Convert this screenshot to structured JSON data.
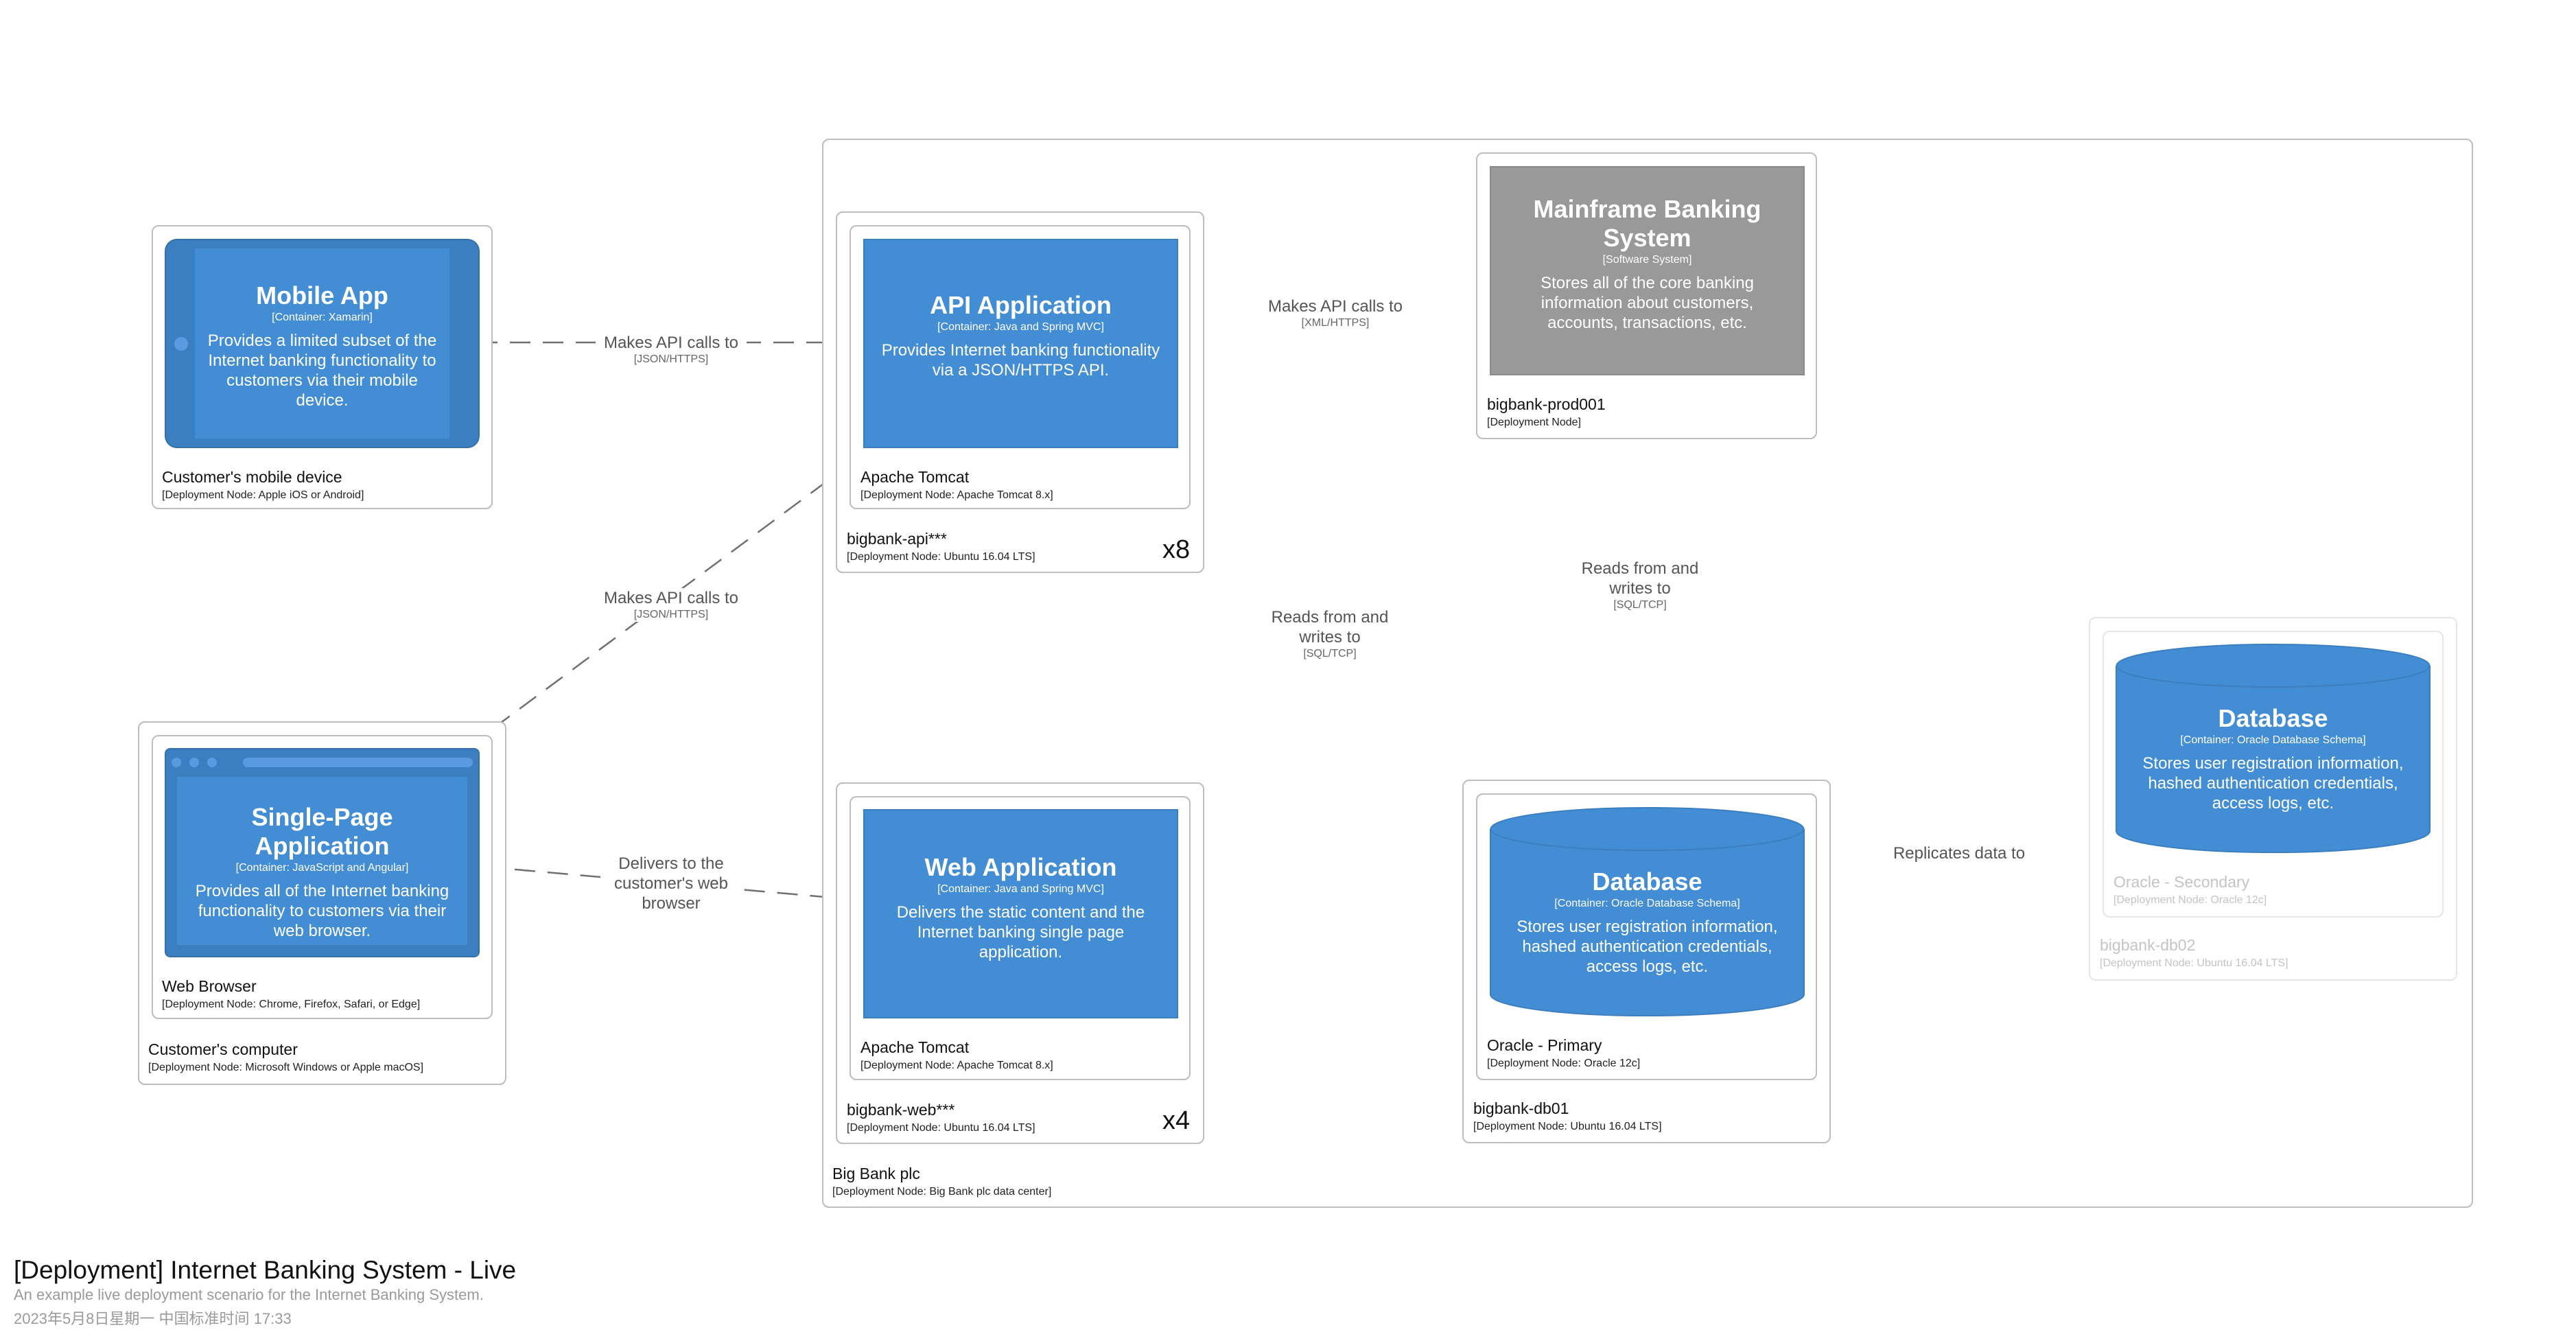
{
  "nodes": {
    "bigbank": {
      "name": "Big Bank plc",
      "meta": "[Deployment Node: Big Bank plc data center]"
    },
    "mobile_device": {
      "name": "Customer's mobile device",
      "meta": "[Deployment Node: Apple iOS or Android]"
    },
    "customer_computer": {
      "name": "Customer's computer",
      "meta": "[Deployment Node: Microsoft Windows or Apple macOS]"
    },
    "web_browser": {
      "name": "Web Browser",
      "meta": "[Deployment Node: Chrome, Firefox, Safari, or Edge]"
    },
    "api_host": {
      "name": "bigbank-api***",
      "meta": "[Deployment Node: Ubuntu 16.04 LTS]",
      "multiplicity": "x8"
    },
    "api_tomcat": {
      "name": "Apache Tomcat",
      "meta": "[Deployment Node: Apache Tomcat 8.x]"
    },
    "web_host": {
      "name": "bigbank-web***",
      "meta": "[Deployment Node: Ubuntu 16.04 LTS]",
      "multiplicity": "x4"
    },
    "web_tomcat": {
      "name": "Apache Tomcat",
      "meta": "[Deployment Node: Apache Tomcat 8.x]"
    },
    "prod001": {
      "name": "bigbank-prod001",
      "meta": "[Deployment Node]"
    },
    "db01": {
      "name": "bigbank-db01",
      "meta": "[Deployment Node: Ubuntu 16.04 LTS]"
    },
    "oracle_primary": {
      "name": "Oracle - Primary",
      "meta": "[Deployment Node: Oracle 12c]"
    },
    "db02": {
      "name": "bigbank-db02",
      "meta": "[Deployment Node: Ubuntu 16.04 LTS]"
    },
    "oracle_secondary": {
      "name": "Oracle - Secondary",
      "meta": "[Deployment Node: Oracle 12c]"
    }
  },
  "containers": {
    "mobile_app": {
      "title": "Mobile App",
      "type": "[Container: Xamarin]",
      "desc": "Provides a limited subset of the Internet banking functionality to customers via their mobile device."
    },
    "spa": {
      "title": "Single-Page Application",
      "type": "[Container: JavaScript and Angular]",
      "desc": "Provides all of the Internet banking functionality to customers via their web browser."
    },
    "api_app": {
      "title": "API Application",
      "type": "[Container: Java and Spring MVC]",
      "desc": "Provides Internet banking functionality via a JSON/HTTPS API."
    },
    "web_app": {
      "title": "Web Application",
      "type": "[Container: Java and Spring MVC]",
      "desc": "Delivers the static content and the Internet banking single page application."
    },
    "mainframe": {
      "title": "Mainframe Banking System",
      "type": "[Software System]",
      "desc": "Stores all of the core banking information about customers, accounts, transactions, etc."
    },
    "db_primary": {
      "title": "Database",
      "type": "[Container: Oracle Database Schema]",
      "desc": "Stores user registration information, hashed authentication credentials, access logs, etc."
    },
    "db_secondary": {
      "title": "Database",
      "type": "[Container: Oracle Database Schema]",
      "desc": "Stores user registration information, hashed authentication credentials, access logs, etc."
    }
  },
  "edges": {
    "mobile_to_api": {
      "label": "Makes API calls to",
      "tech": "[JSON/HTTPS]"
    },
    "spa_to_api": {
      "label": "Makes API calls to",
      "tech": "[JSON/HTTPS]"
    },
    "api_to_mainframe": {
      "label": "Makes API calls to",
      "tech": "[XML/HTTPS]"
    },
    "api_to_db_secondary": {
      "label": "Reads from and writes to",
      "tech": "[SQL/TCP]"
    },
    "api_to_db_primary": {
      "label": "Reads from and writes to",
      "tech": "[SQL/TCP]"
    },
    "web_to_spa": {
      "label": "Delivers to the customer's web browser",
      "tech": ""
    },
    "replicates": {
      "label": "Replicates data to",
      "tech": ""
    }
  },
  "footer": {
    "title": "[Deployment] Internet Banking System - Live",
    "description": "An example live deployment scenario for the Internet Banking System.",
    "date": "2023年5月8日星期一 中国标准时间 17:33"
  },
  "colors": {
    "container": "#438dd5",
    "container_dark": "#3c7fc0",
    "software_system": "#999999",
    "edge": "#707070"
  }
}
